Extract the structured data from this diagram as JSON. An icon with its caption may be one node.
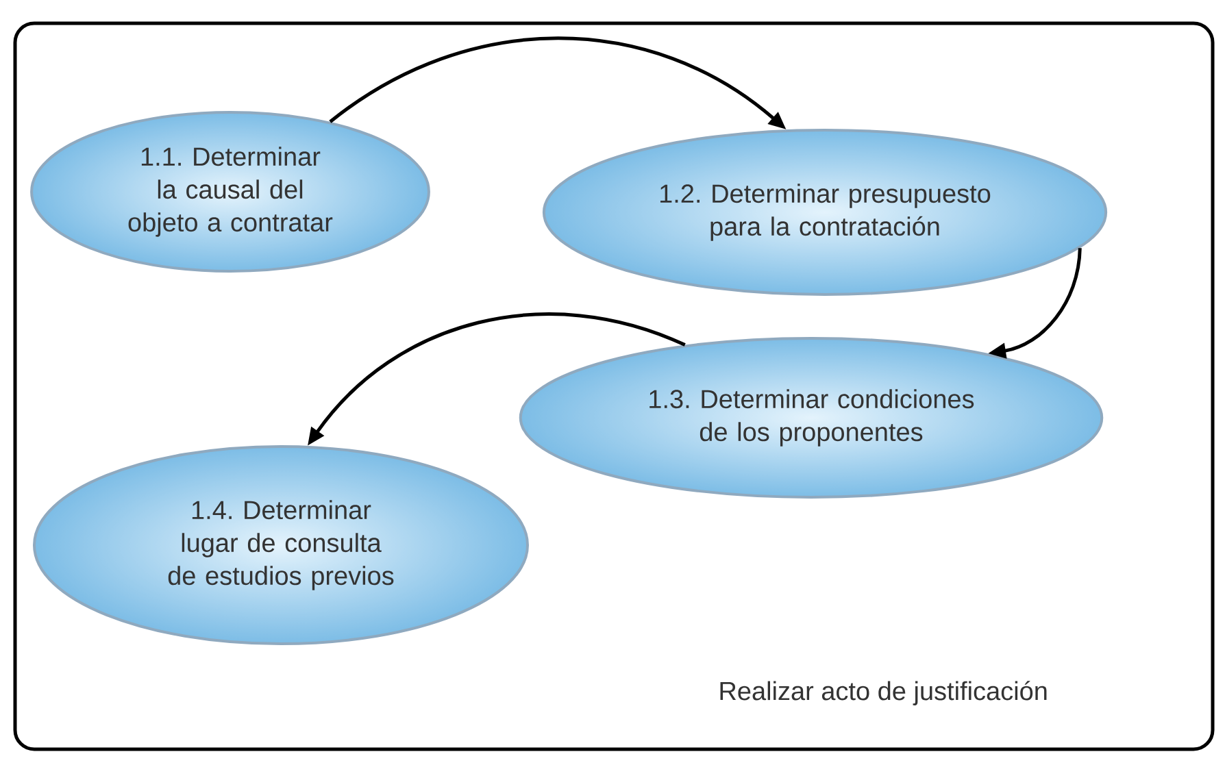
{
  "diagram": {
    "nodes": [
      {
        "text": [
          "Realizar acto de justificación"
        ]
      },
      {
        "text": [
          "1.1. Determinar la causal del objeto a contratar"
        ],
        "in": 0
      },
      {
        "text": [
          "1.2. Determinar presupuesto para la contratación"
        ],
        "in": 0
      },
      {
        "text": [
          "1.3. Determinar condiciones de los proponentes"
        ],
        "in": 0
      },
      {
        "text": [
          "1.4. Determinar lugar de consulta de estudios previos"
        ],
        "in": 0
      }
    ],
    "edges": [
      {
        "from": 1,
        "to": 2,
        "arrow": "to"
      },
      {
        "from": 2,
        "to": 3,
        "arrow": "to"
      },
      {
        "from": 3,
        "to": 4,
        "arrow": "to"
      }
    ]
  }
}
